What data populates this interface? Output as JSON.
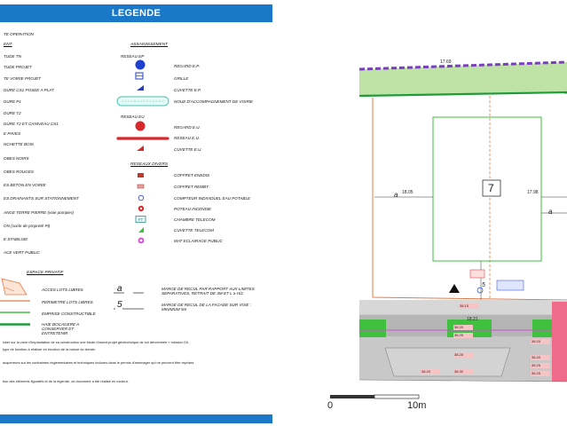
{
  "legend": {
    "header": "LEGENDE",
    "perimeter_label": "TE OPERATION",
    "left_section_title": "ENT",
    "left_items": [
      "TUDE TN",
      "TUDE PROJET",
      "TE VOIRIE PROJET",
      "DURE CS1 POSEE A PLAT",
      "DURE P1",
      "DURE T2",
      "DURE T2 ET CANIVEAU CS1",
      "E PAVES",
      "NCHETTE BOIS",
      "OBES NOIRS",
      "OBES ROUGES",
      "ES BETON EN VOIRIE",
      "ES DRAINANTS SUR STATIONNEMENT",
      "ANGE TERRE PIERRE (voie pompier)",
      "ON (socle de propreté PI)",
      "E STABILISE",
      "ACE VERT PUBLIC"
    ],
    "assainissement": {
      "title": "ASSAINISSEMENT",
      "ep_title": "RESEAU EP",
      "ep_items": [
        "REGARD E.P.",
        "GRILLE",
        "CUVETTE E.P.",
        "NOUE D'ACCOMPAGNEMENT DE VOIRIE"
      ],
      "eu_title": "RESEAU EU",
      "eu_items": [
        "REGARD E.U.",
        "RESEAU E.U.",
        "CUVETTE E.U."
      ]
    },
    "reseaux_divers": {
      "title": "RESEAUX DIVERS",
      "items": [
        "COFFRET ENEDIS",
        "COFFRET REMBT",
        "COMPTEUR INDIVIDUEL EAU POTABLE",
        "POTEAU INCENDIE",
        "CHAMBRE TELECOM",
        "CUVETTE TELECOM",
        "MAT ECLAIRAGE PUBLIC"
      ]
    },
    "espace_prive": {
      "title": "ESPACE PRIVATIF",
      "items": [
        "ACCES LOTS LIBRES",
        "PERIMETRE LOTS LIBRES",
        "EMPRISE CONSTRUCTIBLE",
        "HAIE BOCAGERE A CONSERVER ET ENTRETENIR"
      ]
    },
    "marges": {
      "a_symbol": "a",
      "a_label": "MARGE DE RECUL PAR RAPPORT AUX LIMITES SEPARATIVES, RETRAIT DE 3M ET L ≥ H/2",
      "five_symbol": "5",
      "five_label": "MARGE DE RECUL DE LA FACADE SUR VOIE : MINIMUM 5m"
    },
    "notes": [
      "icker sur la zone d'implantation de sa construction une étude d'avant-projet géotechnique de sol dénommée « mission G0-",
      "type de fonction à réaliser en fonction de la nature du terrain.",
      "acquéreurs sur les contraintes réglementaires et techniques incluses dans le permis d'aménager qui ne peuvent être reprises",
      "tion des éléments figuratifs et de la légende, ce document a été réalisé en couleur."
    ]
  },
  "plan": {
    "lot_number": "7",
    "dimensions": {
      "top": "17.69",
      "left": "18.05",
      "right": "17.98",
      "bottom": "18.21"
    },
    "margin_symbol": "a",
    "facade_symbol": "5",
    "elevations": [
      "38.15",
      "38.20",
      "38.25",
      "38.20",
      "38.25",
      "38.20",
      "38.25",
      "38.30",
      "38.25",
      "38.20"
    ],
    "scale": {
      "start": "0",
      "end": "10m"
    }
  },
  "colors": {
    "header_blue": "#1b78c8",
    "green_area": "#3fc13f",
    "road_grey": "#b9b9b9",
    "perimeter_purple": "#7a3fbf",
    "eu_red": "#d8282b",
    "ep_blue": "#1f3fd1"
  }
}
